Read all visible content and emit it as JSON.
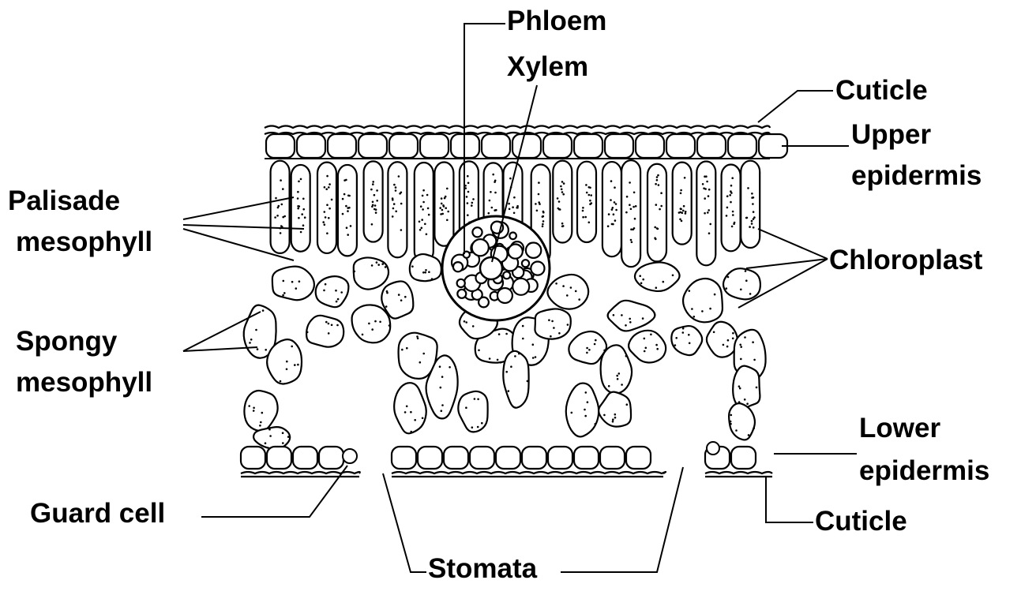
{
  "labels": {
    "phloem": "Phloem",
    "xylem": "Xylem",
    "cuticle_top": "Cuticle",
    "upper_epidermis_1": "Upper",
    "upper_epidermis_2": "epidermis",
    "palisade_1": "Palisade",
    "palisade_2": "mesophyll",
    "chloroplast": "Chloroplast",
    "spongy_1": "Spongy",
    "spongy_2": "mesophyll",
    "lower_epidermis_1": "Lower",
    "lower_epidermis_2": "epidermis",
    "guard_cell": "Guard cell",
    "cuticle_bottom": "Cuticle",
    "stomata": "Stomata"
  },
  "colors": {
    "ink": "#000000",
    "paper": "#ffffff"
  }
}
